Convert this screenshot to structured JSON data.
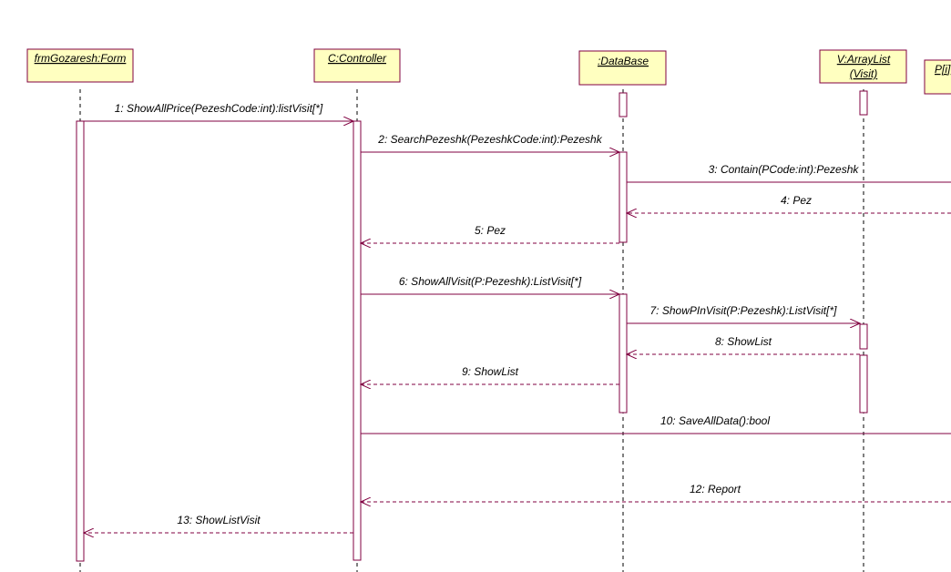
{
  "colors": {
    "line": "#800040",
    "box_fill": "#ffffc0",
    "text": "#000000"
  },
  "lifelines": [
    {
      "id": "form",
      "lines": [
        "frmGozaresh:Form"
      ]
    },
    {
      "id": "controller",
      "lines": [
        "C:Controller"
      ]
    },
    {
      "id": "database",
      "lines": [
        ":DataBase"
      ]
    },
    {
      "id": "arraylist",
      "lines": [
        "V:ArrayList",
        "(Visit)"
      ]
    },
    {
      "id": "p",
      "lines": [
        "P[i]"
      ]
    }
  ],
  "messages": [
    {
      "label": "1: ShowAllPrice(PezeshCode:int):listVisit[*]",
      "kind": "call"
    },
    {
      "label": "2: SearchPezeshk(PezeshkCode:int):Pezeshk",
      "kind": "call"
    },
    {
      "label": "3: Contain(PCode:int):Pezeshk",
      "kind": "call"
    },
    {
      "label": "4: Pez",
      "kind": "return"
    },
    {
      "label": "5: Pez",
      "kind": "return"
    },
    {
      "label": "6: ShowAllVisit(P:Pezeshk):ListVisit[*]",
      "kind": "call"
    },
    {
      "label": "7: ShowPInVisit(P:Pezeshk):ListVisit[*]",
      "kind": "call"
    },
    {
      "label": "8: ShowList",
      "kind": "return"
    },
    {
      "label": "9: ShowList",
      "kind": "return"
    },
    {
      "label": "10: SaveAllData():bool",
      "kind": "call"
    },
    {
      "label": "12: Report",
      "kind": "return"
    },
    {
      "label": "13: ShowListVisit",
      "kind": "return"
    }
  ]
}
